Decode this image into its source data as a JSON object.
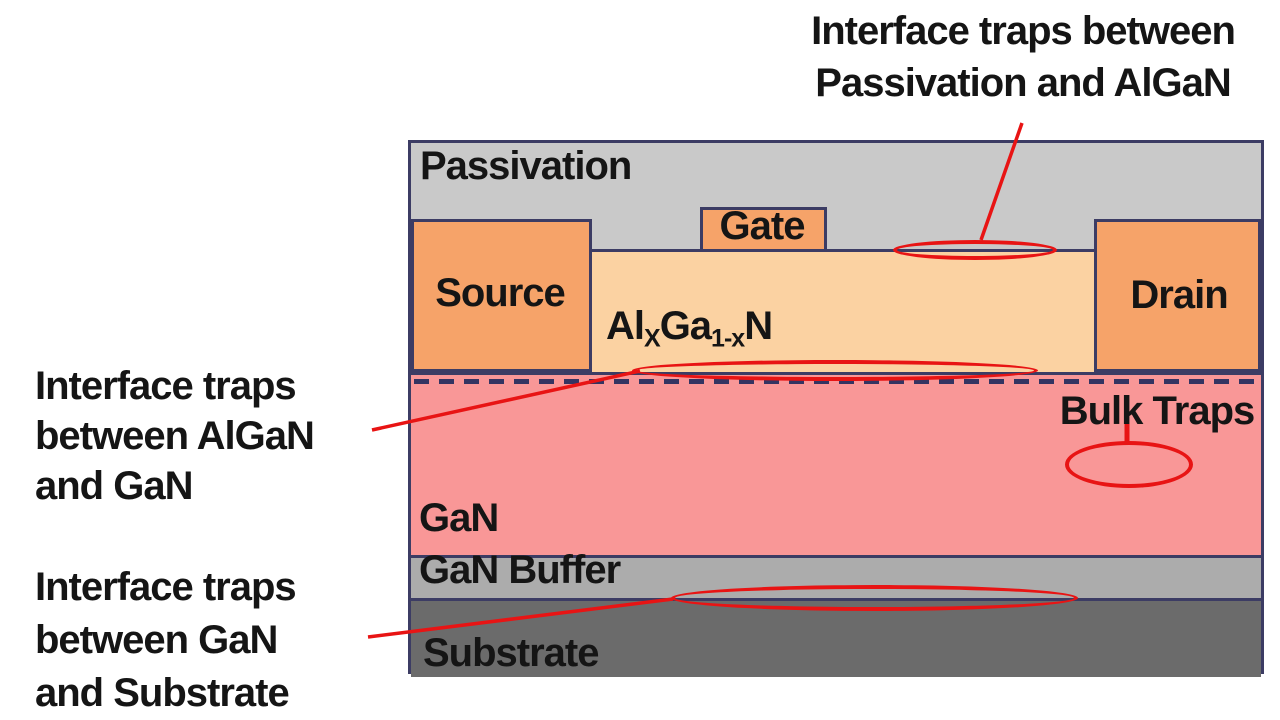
{
  "figure": {
    "type": "semiconductor-device-cross-section",
    "subject": "GaN HEMT layer stack with trap locations"
  },
  "colors": {
    "background": "#ffffff",
    "outline": "#3c3c64",
    "annotation_red": "#e81414",
    "passivation": "#c9c9c9",
    "contact_orange": "#f6a369",
    "algan": "#fbd2a2",
    "gan": "#f99797",
    "gan_buffer": "#acacac",
    "substrate": "#6b6b6b",
    "text": "#151515"
  },
  "layers": {
    "passivation": "Passivation",
    "source": "Source",
    "gate": "Gate",
    "drain": "Drain",
    "algan_formula": {
      "p1": "Al",
      "s1": "X",
      "p2": "Ga",
      "s2": "1-x",
      "p3": "N"
    },
    "gan": "GaN",
    "gan_buffer": "GaN Buffer",
    "substrate": "Substrate"
  },
  "annotations": {
    "passivation_algan": {
      "line1": "Interface traps between",
      "line2": "Passivation and AlGaN"
    },
    "algan_gan": {
      "line1": "Interface traps",
      "line2": "between AlGaN",
      "line3": "and GaN"
    },
    "gan_substrate": {
      "line1": "Interface traps",
      "line2": "between GaN",
      "line3": "and Substrate"
    },
    "bulk_traps": "Bulk Traps"
  }
}
